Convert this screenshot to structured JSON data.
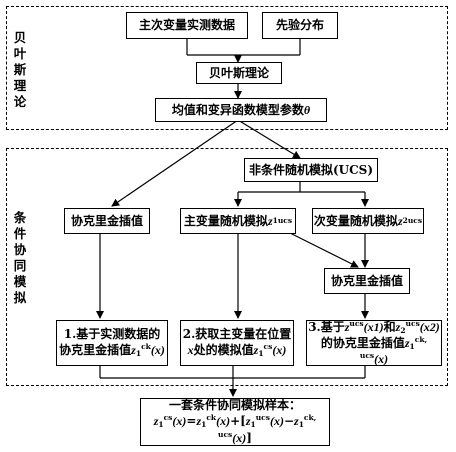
{
  "bayes_section": {
    "side_label": "贝叶斯理论",
    "measured_data": "主次变量实测数据",
    "prior": "先验分布",
    "bayes_theory": "贝叶斯理论",
    "params": "均值和变异函数模型参数",
    "theta": "θ"
  },
  "cosim_section": {
    "side_label": "条件协同模拟",
    "ucs": "非条件随机模拟(UCS)",
    "cokriging_left": "协克里金插值",
    "primary_sim": "主变量随机模拟",
    "secondary_sim": "次变量随机模拟",
    "cokriging_right": "协克里金插值",
    "step1_a": "1.基于实测数据的",
    "step1_b": "协克里金插值",
    "step2_a": "2.获取主变量在位置",
    "step2_b": "处的模拟值",
    "step3_a": "3.基于",
    "step3_and": "和",
    "step3_b": "的协克里金插值",
    "var_x": "x"
  },
  "result": {
    "title": "一套条件协同模拟样本：",
    "formula_plain": "z1cs(x)=z1ck(x)+[z1ucs(x)−z1ck, ucs(x)]"
  },
  "symbols": {
    "z": "z",
    "sub1": "1",
    "sub2": "2",
    "sup_ucs": "ucs",
    "sup_ck": "ck",
    "sup_cs": "cs",
    "sup_ck_ucs": "ck, ucs",
    "x1": "(x1)",
    "x2": "(x2)",
    "x_paren": "(x)"
  }
}
